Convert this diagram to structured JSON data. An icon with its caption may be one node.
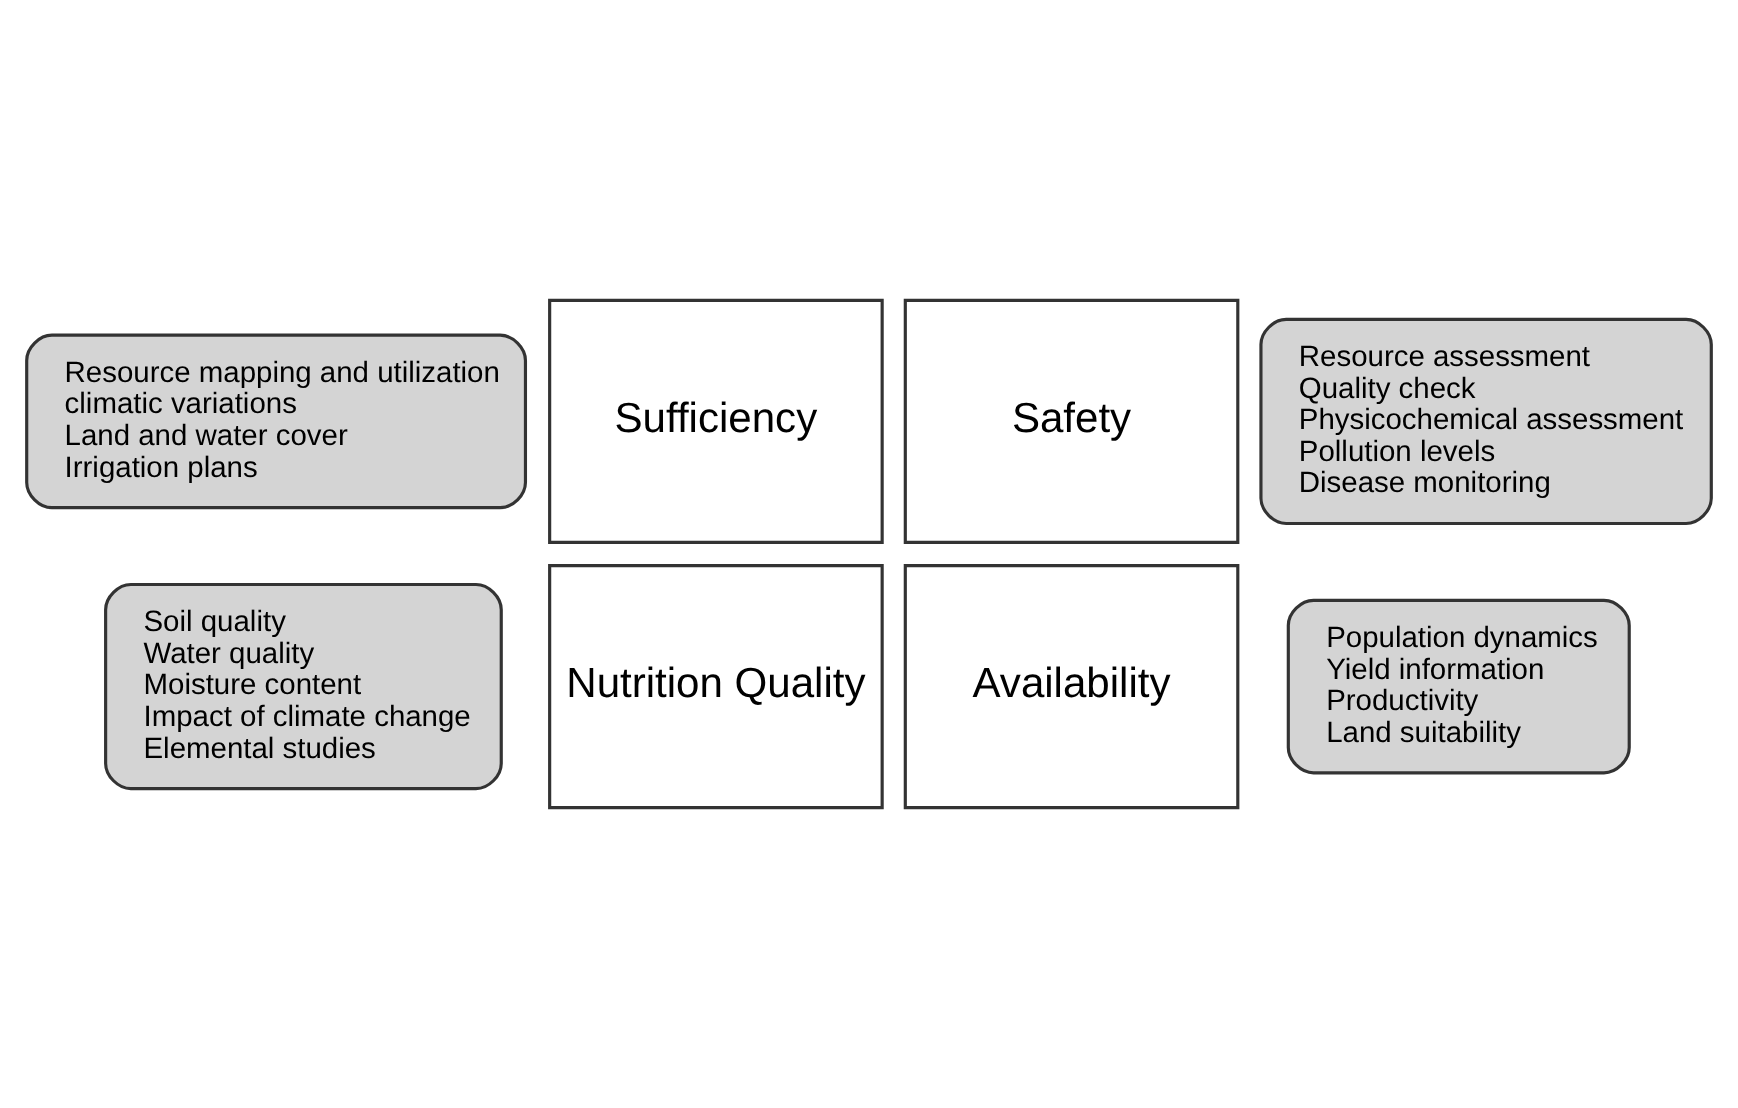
{
  "diagram": {
    "nodes": [
      {
        "text": [
          "Sufficiency"
        ]
      },
      {
        "text": [
          "Safety"
        ]
      },
      {
        "text": [
          "Nutrition Quality"
        ]
      },
      {
        "text": [
          "Availability"
        ]
      },
      {
        "text": [
          "Resource mapping and utilization",
          "climatic variations",
          "Land and water cover",
          "Irrigation plans"
        ]
      },
      {
        "text": [
          "Resource assessment",
          "Quality check",
          "Physicochemical assessment",
          "Pollution levels",
          "Disease monitoring"
        ]
      },
      {
        "text": [
          "Soil quality",
          "Water quality",
          "Moisture content",
          "Impact of climate change",
          "Elemental studies"
        ]
      },
      {
        "text": [
          "Population dynamics",
          "Yield information",
          "Productivity",
          "Land suitability"
        ]
      }
    ]
  }
}
